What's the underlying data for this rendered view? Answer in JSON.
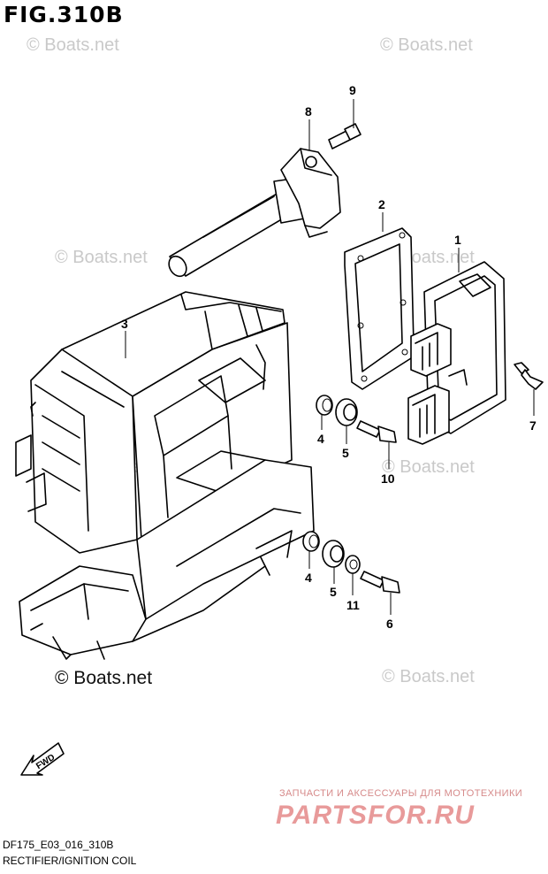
{
  "figure": {
    "title": "FIG.310B",
    "code": "DF175_E03_016_310B",
    "caption": "RECTIFIER/IGNITION COIL"
  },
  "watermarks": {
    "small": "© Boats.net",
    "large": "© Boats.net"
  },
  "shop_logo": {
    "subtitle": "ЗАПЧАСТИ И АКСЕССУАРЫ ДЛЯ МОТОТЕХНИКИ",
    "name": "PARTSFOR.RU"
  },
  "direction_marker": "FWD",
  "callouts": [
    "1",
    "2",
    "3",
    "4",
    "4",
    "5",
    "5",
    "6",
    "7",
    "8",
    "9",
    "10",
    "11"
  ],
  "colors": {
    "line": "#000000",
    "watermark": "#c9c9c9",
    "logo": "#e89a9a"
  }
}
